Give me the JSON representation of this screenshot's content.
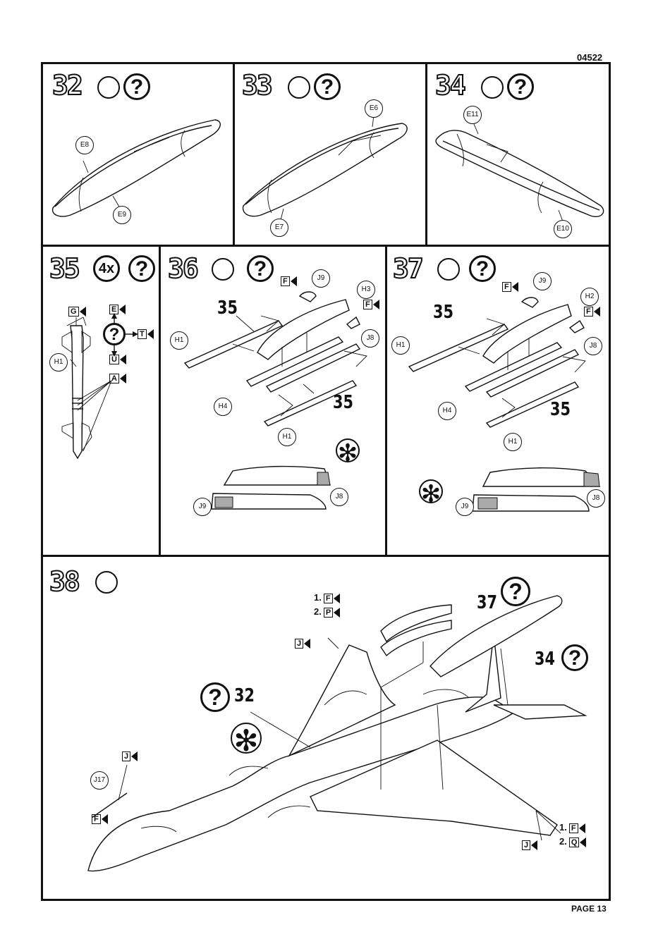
{
  "header": {
    "code": "04522"
  },
  "footer": {
    "page": "PAGE 13"
  },
  "steps": {
    "s32": {
      "num": "32",
      "parts": [
        "E8",
        "E9"
      ]
    },
    "s33": {
      "num": "33",
      "parts": [
        "E6",
        "E7"
      ]
    },
    "s34": {
      "num": "34",
      "parts": [
        "E11",
        "E10"
      ]
    },
    "s35": {
      "num": "35",
      "multiplier": "4x",
      "parts": [
        "H1"
      ],
      "colors": [
        "G",
        "E",
        "T",
        "U",
        "A"
      ]
    },
    "s36": {
      "num": "36",
      "parts": [
        "J9",
        "H3",
        "H1",
        "J8",
        "H4",
        "H1",
        "J8",
        "J9"
      ],
      "colors": [
        "F",
        "F"
      ],
      "refs": [
        "35",
        "35"
      ]
    },
    "s37": {
      "num": "37",
      "parts": [
        "J9",
        "H2",
        "H1",
        "J8",
        "H4",
        "H1",
        "J8",
        "J9"
      ],
      "colors": [
        "F",
        "F"
      ],
      "refs": [
        "35",
        "35"
      ]
    },
    "s38": {
      "num": "38",
      "parts": [
        "J17"
      ],
      "colors": [
        "F",
        "P",
        "J",
        "J",
        "F",
        "F",
        "Q",
        "J"
      ],
      "prefix": [
        "1.",
        "2.",
        "1.",
        "2."
      ],
      "refs": [
        "37",
        "34",
        "32"
      ]
    }
  },
  "icons": {
    "question": "?",
    "asterisk": "✻"
  }
}
